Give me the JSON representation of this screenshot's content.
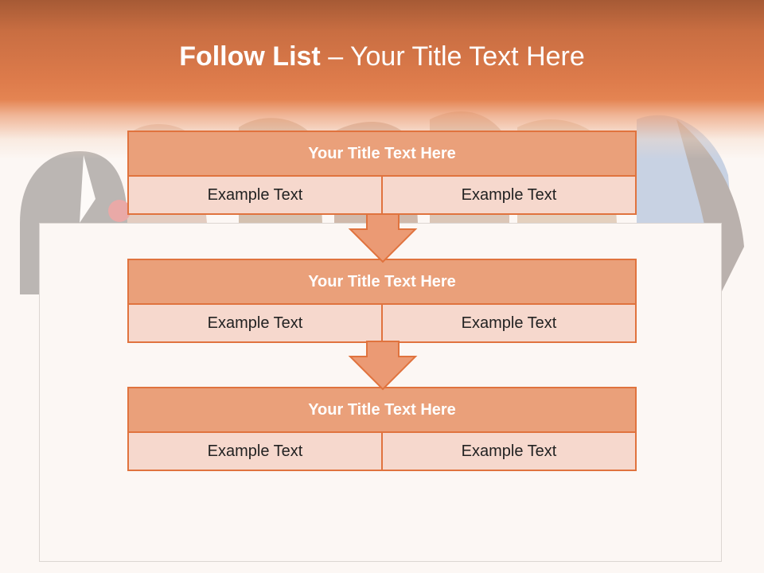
{
  "slide": {
    "title_bold": "Follow List",
    "title_rest": "– Your Title Text Here"
  },
  "blocks": [
    {
      "title": "Your Title Text Here",
      "left": "Example Text",
      "right": "Example Text"
    },
    {
      "title": "Your Title Text Here",
      "left": "Example Text",
      "right": "Example Text"
    },
    {
      "title": "Your Title Text Here",
      "left": "Example Text",
      "right": "Example Text"
    }
  ],
  "colors": {
    "header": "#dd7b4b",
    "block_border": "#e0733e",
    "block_title_fill": "#eaa07a",
    "cell_fill": "#f6d8cd",
    "arrow_fill": "#eb9a74"
  }
}
